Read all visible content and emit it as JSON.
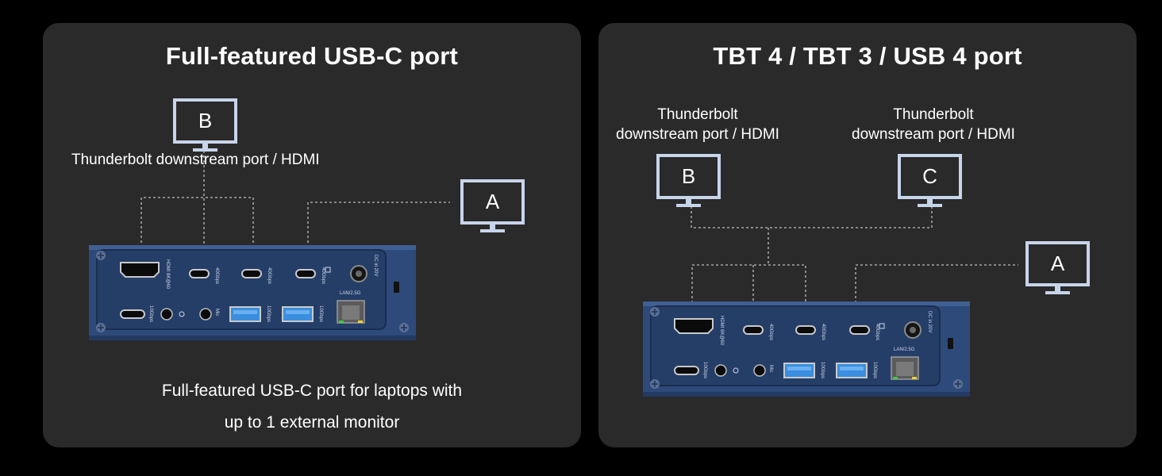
{
  "left_panel": {
    "title": "Full-featured USB-C port",
    "monitors": [
      {
        "letter": "B",
        "label": "Thunderbolt downstream port / HDMI"
      },
      {
        "letter": "A",
        "label": ""
      }
    ],
    "caption_line1": "Full-featured USB-C port for laptops with",
    "caption_line2": "up to 1 external monitor"
  },
  "right_panel": {
    "title": "TBT 4 / TBT 3 / USB 4 port",
    "monitors": [
      {
        "letter": "B",
        "label_line1": "Thunderbolt",
        "label_line2": "downstream port / HDMI"
      },
      {
        "letter": "C",
        "label_line1": "Thunderbolt",
        "label_line2": "downstream port / HDMI"
      },
      {
        "letter": "A",
        "label_line1": "",
        "label_line2": ""
      }
    ]
  },
  "dock": {
    "top_ports": [
      "HDMI 8K@60",
      "40Gbps",
      "40Gbps",
      "40Gbps",
      "DC in 20V"
    ],
    "lan_label": "LAN/2.5G",
    "bottom_ports": [
      "10Gbps",
      "Mic",
      "10Gbps",
      "10Gbps"
    ]
  },
  "colors": {
    "background": "#000000",
    "panel": "#2a2a2a",
    "monitor_outline": "#c7d5ea",
    "connector_line": "#bdbdbd",
    "dock_body": "#2e4a7a",
    "usb_a_insert": "#3a8ee0"
  }
}
